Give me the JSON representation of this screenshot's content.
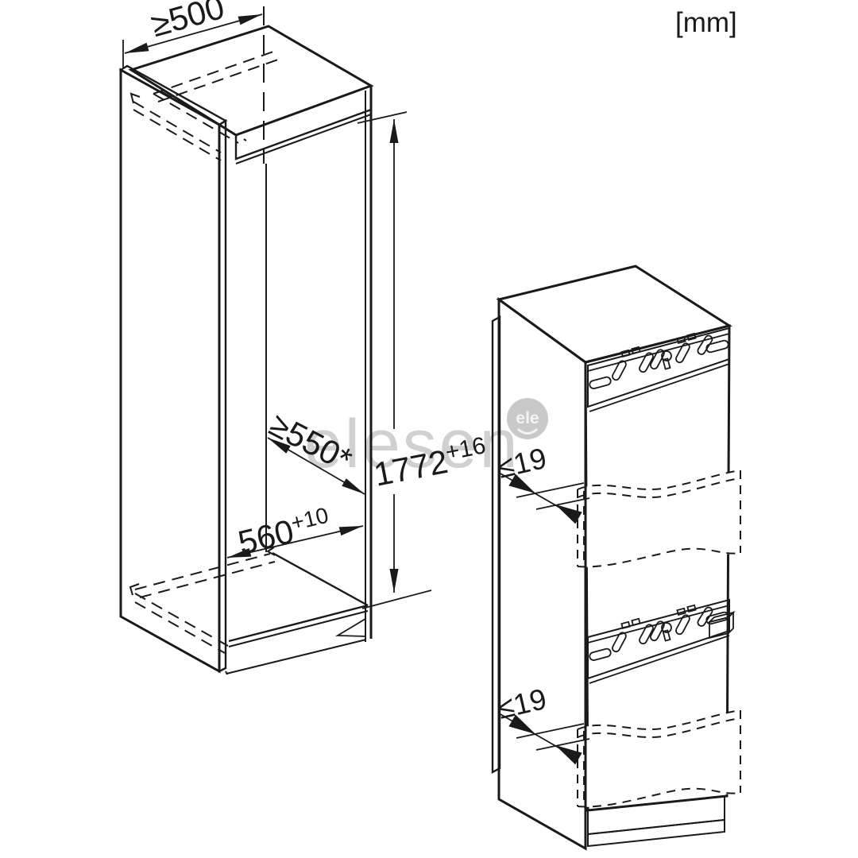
{
  "units_label": "[mm]",
  "watermark": {
    "text": "elesen",
    "badge_text": "ele"
  },
  "niche_drawing": {
    "description": "built-in niche cutout with installation dimensions",
    "dims": {
      "top_depth": "≥500",
      "mid_depth": "≥550*",
      "bottom_depth": "560",
      "bottom_depth_tolerance": "+10",
      "height": "1772",
      "height_tolerance": "+16"
    }
  },
  "appliance_drawing": {
    "description": "appliance with mounting rails and furniture door panels",
    "dims": {
      "door_panel_top": "≤19",
      "door_panel_bottom": "≤19"
    }
  },
  "colors": {
    "line": "#1a1a1a",
    "side_panel_gray": "#ececec",
    "top_face_gray": "#f6f6f6",
    "front_face_gray": "#e1e1e1",
    "plinth_gray": "#d7d7d7",
    "watermark_gray": "#d0d0d0"
  }
}
